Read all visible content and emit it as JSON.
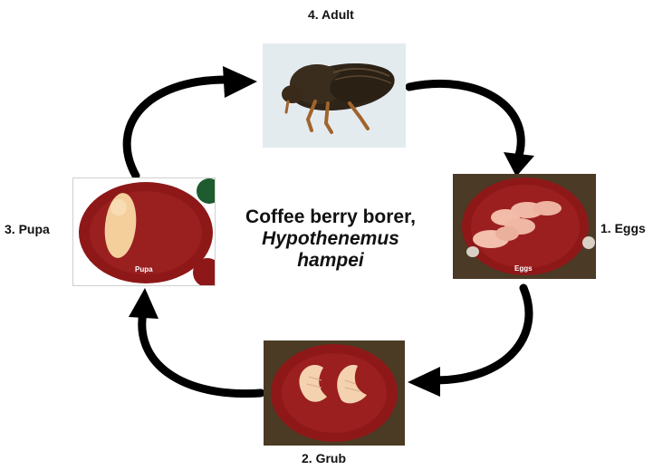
{
  "title": {
    "line1": "Coffee berry borer,",
    "line2": "Hypothenemus",
    "line3": "hampei"
  },
  "stages": {
    "adult": "4. Adult",
    "eggs": "1. Eggs",
    "grub": "2. Grub",
    "pupa": "3. Pupa"
  },
  "photo_captions": {
    "eggs": "Eggs",
    "pupa": "Pupa"
  },
  "colors": {
    "arrow": "#000000",
    "specimen_red": "#8e1818",
    "larva_cream": "#f4d2b0"
  },
  "icons": {
    "adult": "beetle-photo",
    "eggs": "eggs-photo",
    "grub": "grub-photo",
    "pupa": "pupa-photo"
  }
}
